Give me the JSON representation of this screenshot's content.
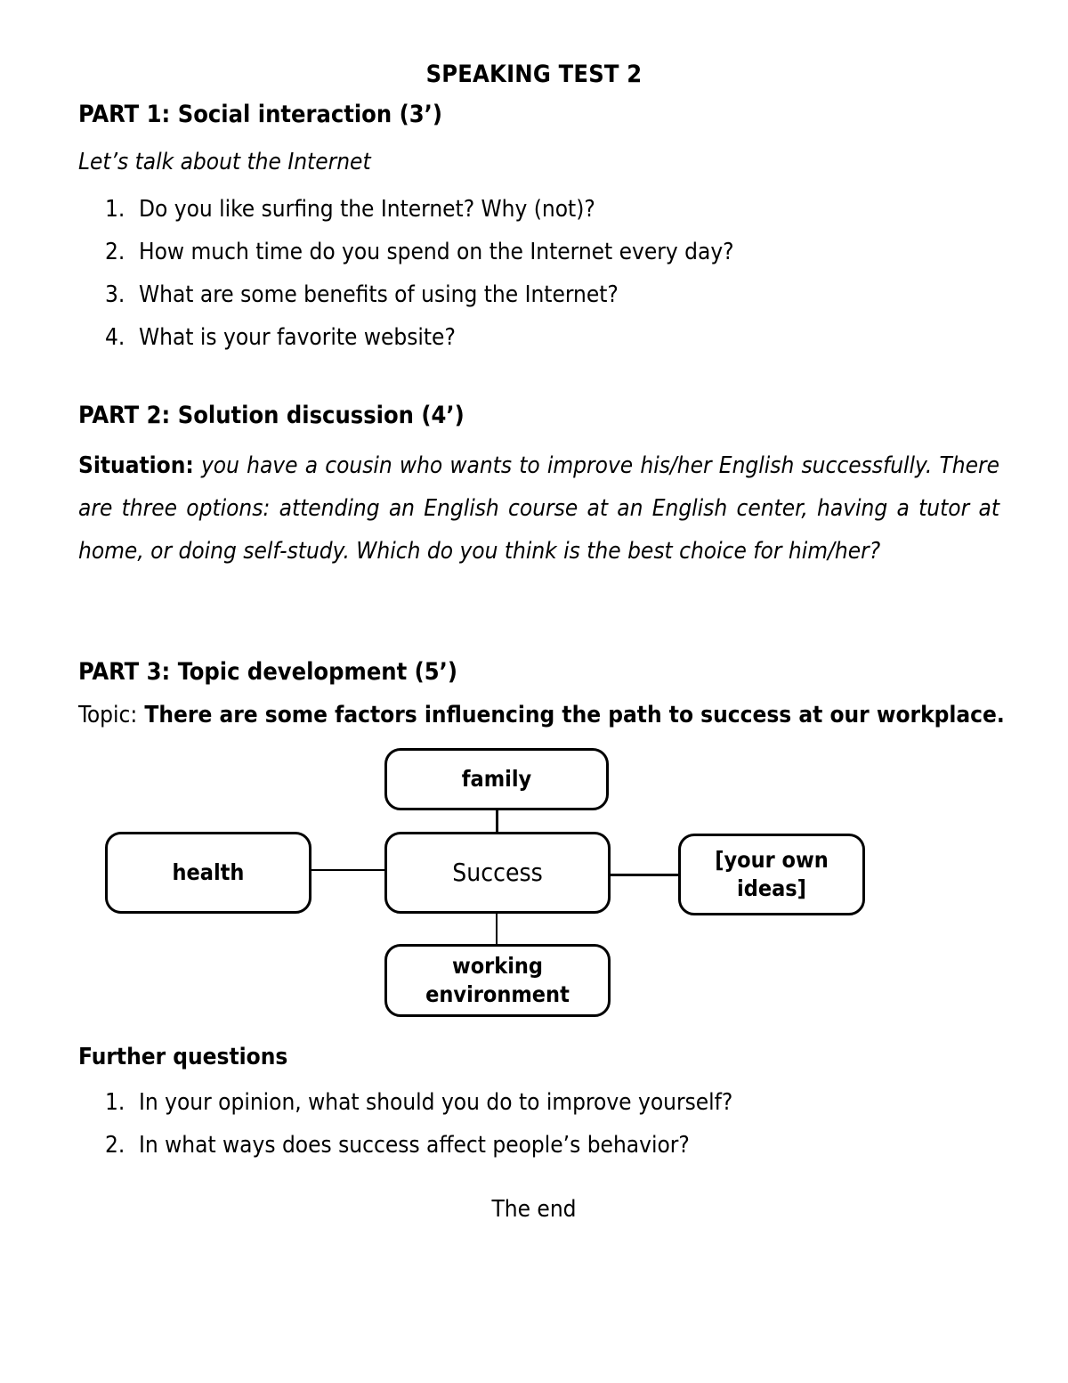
{
  "document": {
    "title": "SPEAKING TEST 2",
    "end_note": "The end"
  },
  "part1": {
    "heading": "PART 1: Social interaction (3’)",
    "lead": "Let’s talk about the Internet",
    "questions": [
      {
        "num": "1.",
        "text": "Do you like surfing the Internet? Why (not)?"
      },
      {
        "num": "2.",
        "text": "How much time do you spend on the Internet every day?"
      },
      {
        "num": "3.",
        "text": "What are some benefits of using the Internet?"
      },
      {
        "num": "4.",
        "text": "What is your favorite website?"
      }
    ]
  },
  "part2": {
    "heading": "PART 2: Solution discussion (4’)",
    "situation_label": "Situation:",
    "situation_text": " you have a cousin who wants to improve his/her English successfully. There are three options: attending an English course at an English center, having a tutor at home, or doing self-study. Which do you think is the best choice for him/her?"
  },
  "part3": {
    "heading": "PART 3: Topic development (5’)",
    "topic_label": "Topic:",
    "topic_text": " There are some factors influencing the path to success at our workplace.",
    "diagram": {
      "center": "Success",
      "top": "family",
      "left": "health",
      "right": "[your own ideas]",
      "bottom": "working environment"
    },
    "further_label": "Further questions",
    "further_questions": [
      {
        "num": "1.",
        "text": "In your opinion, what should you do to improve yourself?"
      },
      {
        "num": "2.",
        "text": "In what ways does success affect people’s behavior?"
      }
    ]
  },
  "colors": {
    "text": "#000000",
    "page": "#ffffff",
    "stroke": "#000000"
  }
}
